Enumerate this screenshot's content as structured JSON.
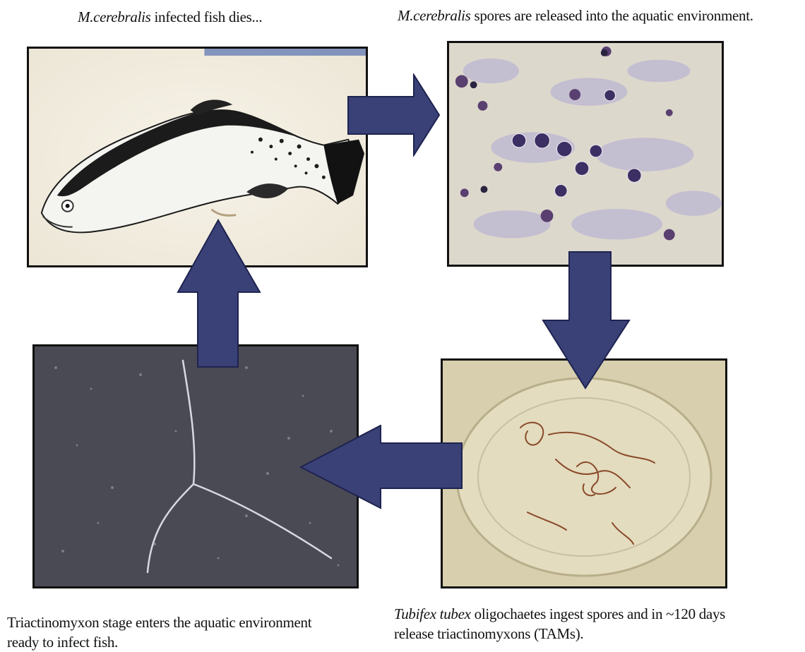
{
  "captions": {
    "top_left": {
      "italic": "M.cerebralis",
      "text": " infected fish dies..."
    },
    "top_right": {
      "italic": "M.cerebralis",
      "text": " spores are released into the aquatic environment."
    },
    "bottom_left": {
      "line1": "Triactinomyxon stage enters the aquatic environment",
      "line2": "ready to infect fish."
    },
    "bottom_right": {
      "italic": "Tubifex tubex",
      "line1_rest": " oligochaetes ingest spores and in ~120 days",
      "line2": "release triactinomyxons (TAMs)."
    }
  },
  "colors": {
    "arrow_fill": "#3a4176",
    "arrow_stroke": "#1e2350",
    "frame": "#111111"
  },
  "images": [
    {
      "id": "fish",
      "depicts": "dead infected trout"
    },
    {
      "id": "spores",
      "depicts": "stained spores in tissue"
    },
    {
      "id": "worms",
      "depicts": "oligochaete worms in dish"
    },
    {
      "id": "tam",
      "depicts": "triactinomyxon stage"
    }
  ]
}
